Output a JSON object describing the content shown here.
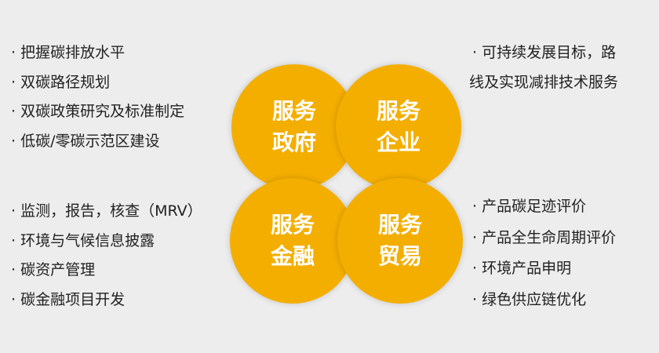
{
  "accent_color": "#f4ae00",
  "circles": [
    {
      "line1": "服务",
      "line2": "政府"
    },
    {
      "line1": "服务",
      "line2": "企业"
    },
    {
      "line1": "服务",
      "line2": "金融"
    },
    {
      "line1": "服务",
      "line2": "贸易"
    }
  ],
  "government_items": [
    "把握碳排放水平",
    "双碳路径规划",
    "双碳政策研究及标准制定",
    "低碳/零碳示范区建设"
  ],
  "enterprise_items": [
    "可持续发展目标，路",
    "线及实现减排技术服务"
  ],
  "finance_items": [
    "监测，报告，核查（MRV）",
    "环境与气候信息披露",
    "碳资产管理",
    "碳金融项目开发"
  ],
  "trade_items": [
    "产品碳足迹评价",
    "产品全生命周期评价",
    "环境产品申明",
    "绿色供应链优化"
  ]
}
